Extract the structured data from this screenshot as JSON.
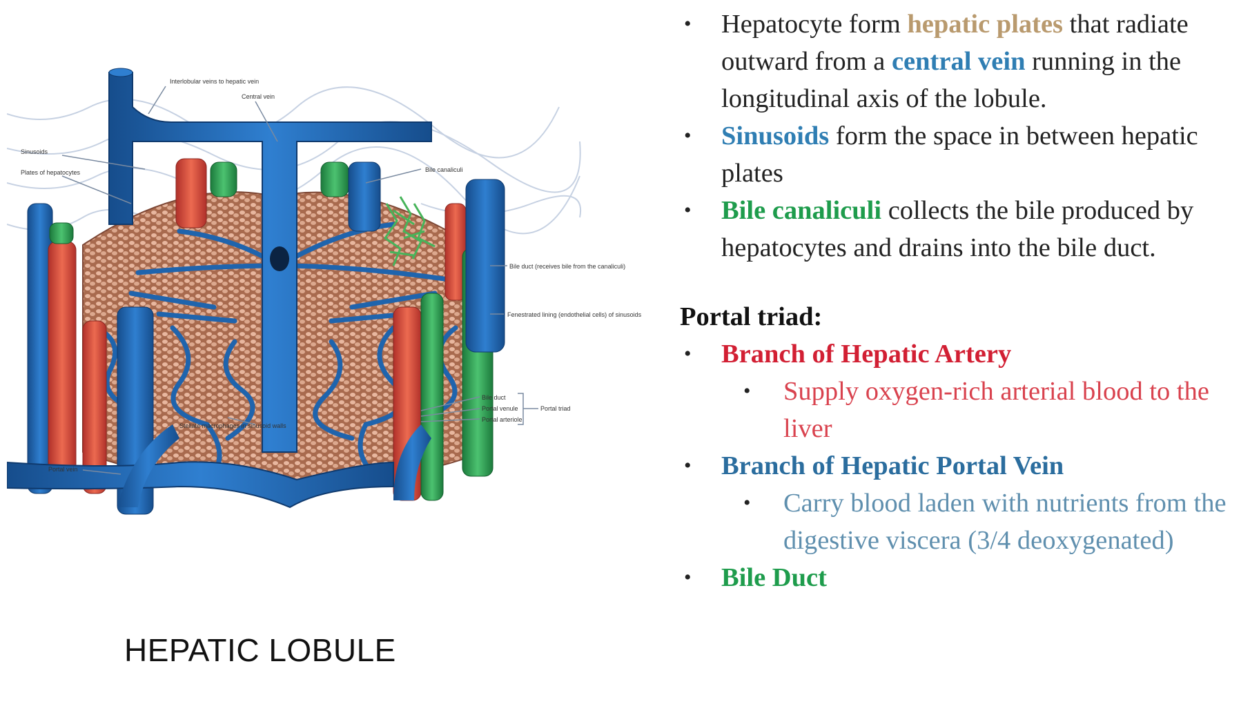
{
  "diagram": {
    "title": "HEPATIC LOBULE",
    "labels": {
      "interlobular_veins": "Interlobular veins to hepatic vein",
      "central_vein": "Central vein",
      "sinusoids": "Sinusoids",
      "plates": "Plates of hepatocytes",
      "bile_canaliculi": "Bile canaliculi",
      "bile_duct_receives": "Bile duct (receives bile from the canaliculi)",
      "fenestrated_lining": "Fenestrated lining (endothelial cells) of sinusoids",
      "kupffer": "Stellate macrophages in sinusoid walls",
      "bile_duct": "Bile duct",
      "portal_venule": "Portal venule",
      "portal_arteriole": "Portal arteriole",
      "portal_triad": "Portal triad",
      "portal_vein": "Portal vein"
    }
  },
  "colors": {
    "vein": "#1f64ad",
    "artery": "#d94a3a",
    "bile": "#2f9a52",
    "tissue": "#b9795c"
  },
  "notes": {
    "b1": {
      "pre": "Hepatocyte form ",
      "hl1": "hepatic plates",
      "mid": "  that radiate outward from a ",
      "hl2": "central vein",
      "post": " running in the longitudinal axis of the lobule."
    },
    "b2": {
      "hl": "Sinusoids",
      "post": " form the space in between hepatic plates"
    },
    "b3": {
      "hl": "Bile canaliculi",
      "post": " collects the bile produced by hepatocytes and drains into the bile duct."
    },
    "heading": "Portal triad:",
    "t1": "Branch of Hepatic Artery",
    "t1_sub": "Supply oxygen-rich arterial blood to the liver",
    "t2": "Branch of Hepatic Portal Vein",
    "t2_sub": "Carry blood laden with nutrients from the digestive viscera (3/4 deoxygenated)",
    "t3": "Bile Duct",
    "bullet": "•"
  }
}
